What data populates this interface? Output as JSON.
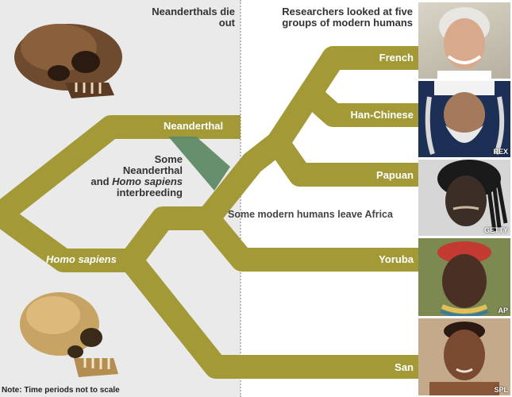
{
  "labels": {
    "neanderthals_die_out": "Neanderthals die out",
    "researchers_note": "Researchers looked at five groups of modern humans",
    "neanderthal": "Neanderthal",
    "interbreeding_1": "Some",
    "interbreeding_2": "Neanderthal",
    "interbreeding_3a": "and ",
    "interbreeding_3b": "Homo sapiens",
    "interbreeding_4": "interbreeding",
    "leave_africa": "Some modern humans leave Africa",
    "homo_sapiens": "Homo sapiens",
    "footnote": "Note: Time periods not to scale"
  },
  "groups": [
    {
      "name": "French",
      "credit": ""
    },
    {
      "name": "Han-Chinese",
      "credit": "REX"
    },
    {
      "name": "Papuan",
      "credit": ""
    },
    {
      "name": "Yoruba",
      "credit": "AP"
    },
    {
      "name": "San",
      "credit": "SPL"
    }
  ],
  "photo_credits": {
    "papuan": "GETTY"
  },
  "colors": {
    "branch": "#a39a37",
    "interbreeding": "#5e8a66",
    "left_panel": "#eaeaea",
    "divider": "#b9b9b9",
    "text": "#333333"
  }
}
